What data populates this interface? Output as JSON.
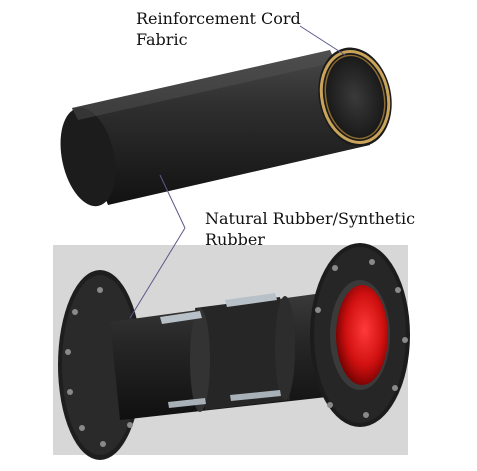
{
  "labels": {
    "top_line1": "Reinforcement  Cord",
    "top_line2": "Fabric",
    "bottom_line1": "Natural Rubber/Synthetic",
    "bottom_line2": "Rubber"
  },
  "colors": {
    "background": "#ffffff",
    "lower_panel": "#d7d7d7",
    "pipe_body": "#2b2b2b",
    "flange": "#1e1e1e",
    "reinforcement_ring": "#c9a45a",
    "inner_lining": "#d61010",
    "leader_line": "#5a5a8a"
  },
  "icons": [
    "rubber-pipe-illustration",
    "flanged-expansion-joint-illustration"
  ]
}
